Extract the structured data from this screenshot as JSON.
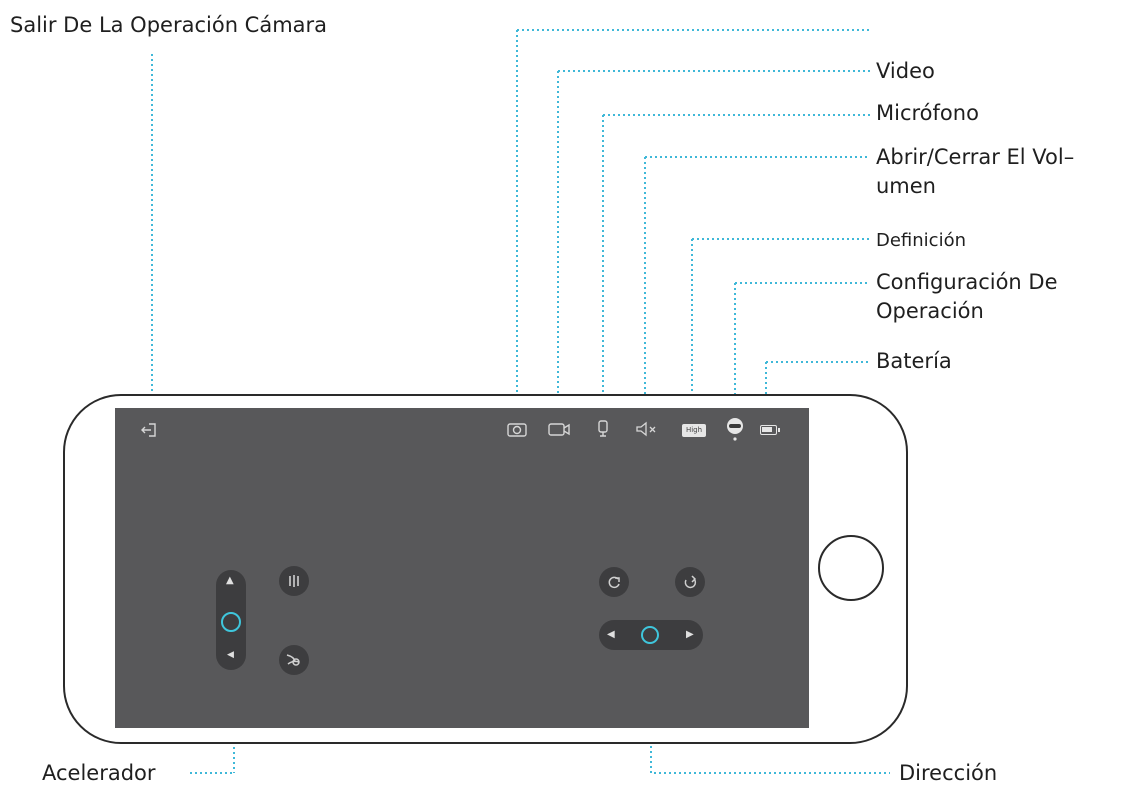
{
  "labels": {
    "exit_camera": "Salir De La Operación Cámara",
    "video": "Video",
    "microphone": "Micrófono",
    "volume": "Abrir/Cerrar El Vol–umen",
    "definition": "Definición",
    "settings": "Configuración De Operación",
    "battery": "Batería",
    "throttle": "Acelerador",
    "direction": "Dirección"
  },
  "screen": {
    "definition_badge": "High"
  },
  "icons": {
    "exit": "exit-icon",
    "photo": "camera-icon",
    "video": "video-camera-icon",
    "microphone": "microphone-icon",
    "volume": "speaker-mute-icon",
    "definition": "hd-badge-icon",
    "settings": "robot-icon",
    "battery": "battery-icon",
    "light": "light-icon",
    "horn": "horn-icon",
    "rotate_left": "rotate-left-icon",
    "rotate_right": "rotate-right-icon"
  },
  "colors": {
    "leader_line": "#3fb8d8",
    "screen_bg": "#58585a",
    "accent": "#3fc6dc"
  }
}
